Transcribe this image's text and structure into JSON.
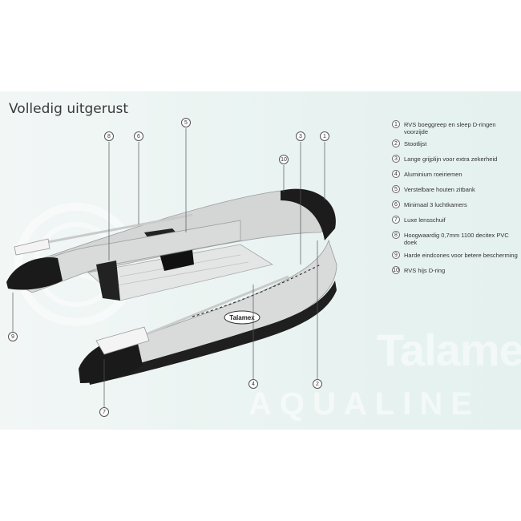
{
  "title": "Volledig uitgerust",
  "watermark": {
    "word": "Talamex",
    "sub": "AQUALINE"
  },
  "boat_logo": "Talamex",
  "legend": [
    {
      "num": "1",
      "text": "RVS boeggreep en sleep D-ringen voorzijde"
    },
    {
      "num": "2",
      "text": "Stootlijst"
    },
    {
      "num": "3",
      "text": "Lange grijplijn voor extra zekerheid"
    },
    {
      "num": "4",
      "text": "Aluminium roeiriemen"
    },
    {
      "num": "5",
      "text": "Verstelbare houten zitbank"
    },
    {
      "num": "6",
      "text": "Minimaal 3 luchtkamers"
    },
    {
      "num": "7",
      "text": "Luxe lensschuif"
    },
    {
      "num": "8",
      "text": "Hoogwaardig 0,7mm 1100 decitex PVC doek"
    },
    {
      "num": "9",
      "text": "Harde eindcones voor betere bescherming"
    },
    {
      "num": "10",
      "text": "RVS hijs D-ring"
    }
  ],
  "callouts": [
    {
      "num": "8"
    },
    {
      "num": "6"
    },
    {
      "num": "5"
    },
    {
      "num": "3"
    },
    {
      "num": "1"
    },
    {
      "num": "10"
    },
    {
      "num": "9"
    },
    {
      "num": "4"
    },
    {
      "num": "2"
    },
    {
      "num": "7"
    }
  ],
  "colors": {
    "tube_grey": "#d9dbdb",
    "cone_black": "#1a1a1a",
    "panel_bg": "#eaf3f1"
  }
}
